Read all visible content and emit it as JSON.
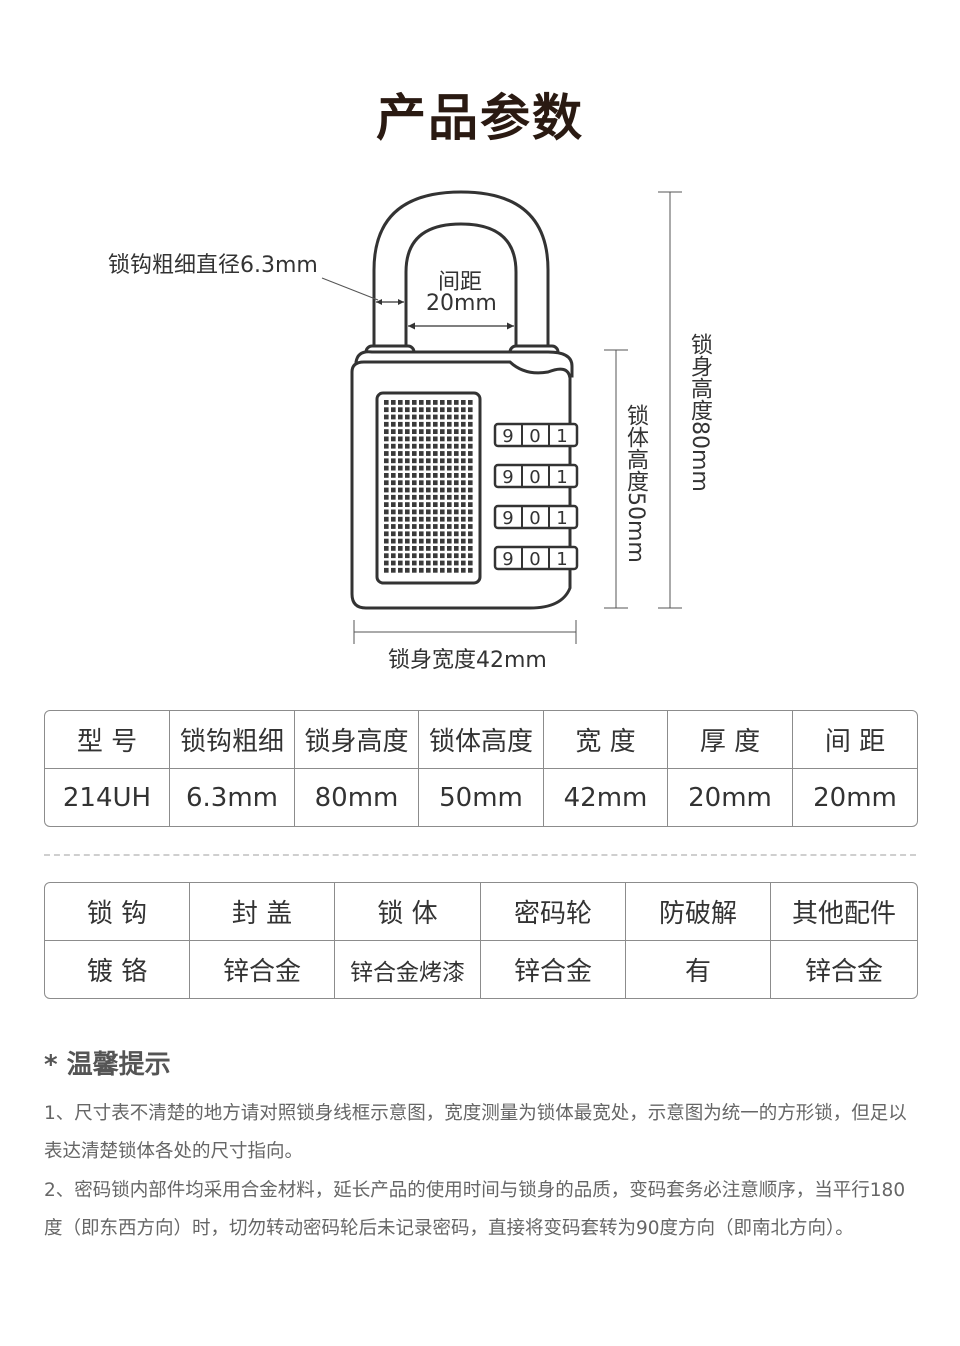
{
  "title": "产品参数",
  "diagram": {
    "shackle_label": "锁钩粗细直径6.3mm",
    "gap_label_1": "间距",
    "gap_label_2": "20mm",
    "lock_height_label": "锁身高度80mm",
    "body_height_label": "锁体高度50mm",
    "width_label": "锁身宽度42mm",
    "dial_digits": [
      "9",
      "0",
      "1"
    ]
  },
  "table1": {
    "headers": [
      "型 号",
      "锁钩粗细",
      "锁身高度",
      "锁体高度",
      "宽 度",
      "厚 度",
      "间 距"
    ],
    "values": [
      "214UH",
      "6.3mm",
      "80mm",
      "50mm",
      "42mm",
      "20mm",
      "20mm"
    ]
  },
  "table2": {
    "headers": [
      "锁 钩",
      "封 盖",
      "锁 体",
      "密码轮",
      "防破解",
      "其他配件"
    ],
    "values": [
      "镀 铬",
      "锌合金",
      "锌合金烤漆",
      "锌合金",
      "有",
      "锌合金"
    ]
  },
  "tips": {
    "title": "* 温馨提示",
    "items": [
      "1、尺寸表不清楚的地方请对照锁身线框示意图，宽度测量为锁体最宽处，示意图为统一的方形锁，但足以表达清楚锁体各处的尺寸指向。",
      "2、密码锁内部件均采用合金材料，延长产品的使用时间与锁身的品质，变码套务必注意顺序，当平行180度（即东西方向）时，切勿转动密码轮后未记录密码，直接将变码套转为90度方向（即南北方向）。"
    ]
  },
  "colors": {
    "title": "#2a1a12",
    "border": "#8c8c8c",
    "lock_line": "#333333"
  }
}
